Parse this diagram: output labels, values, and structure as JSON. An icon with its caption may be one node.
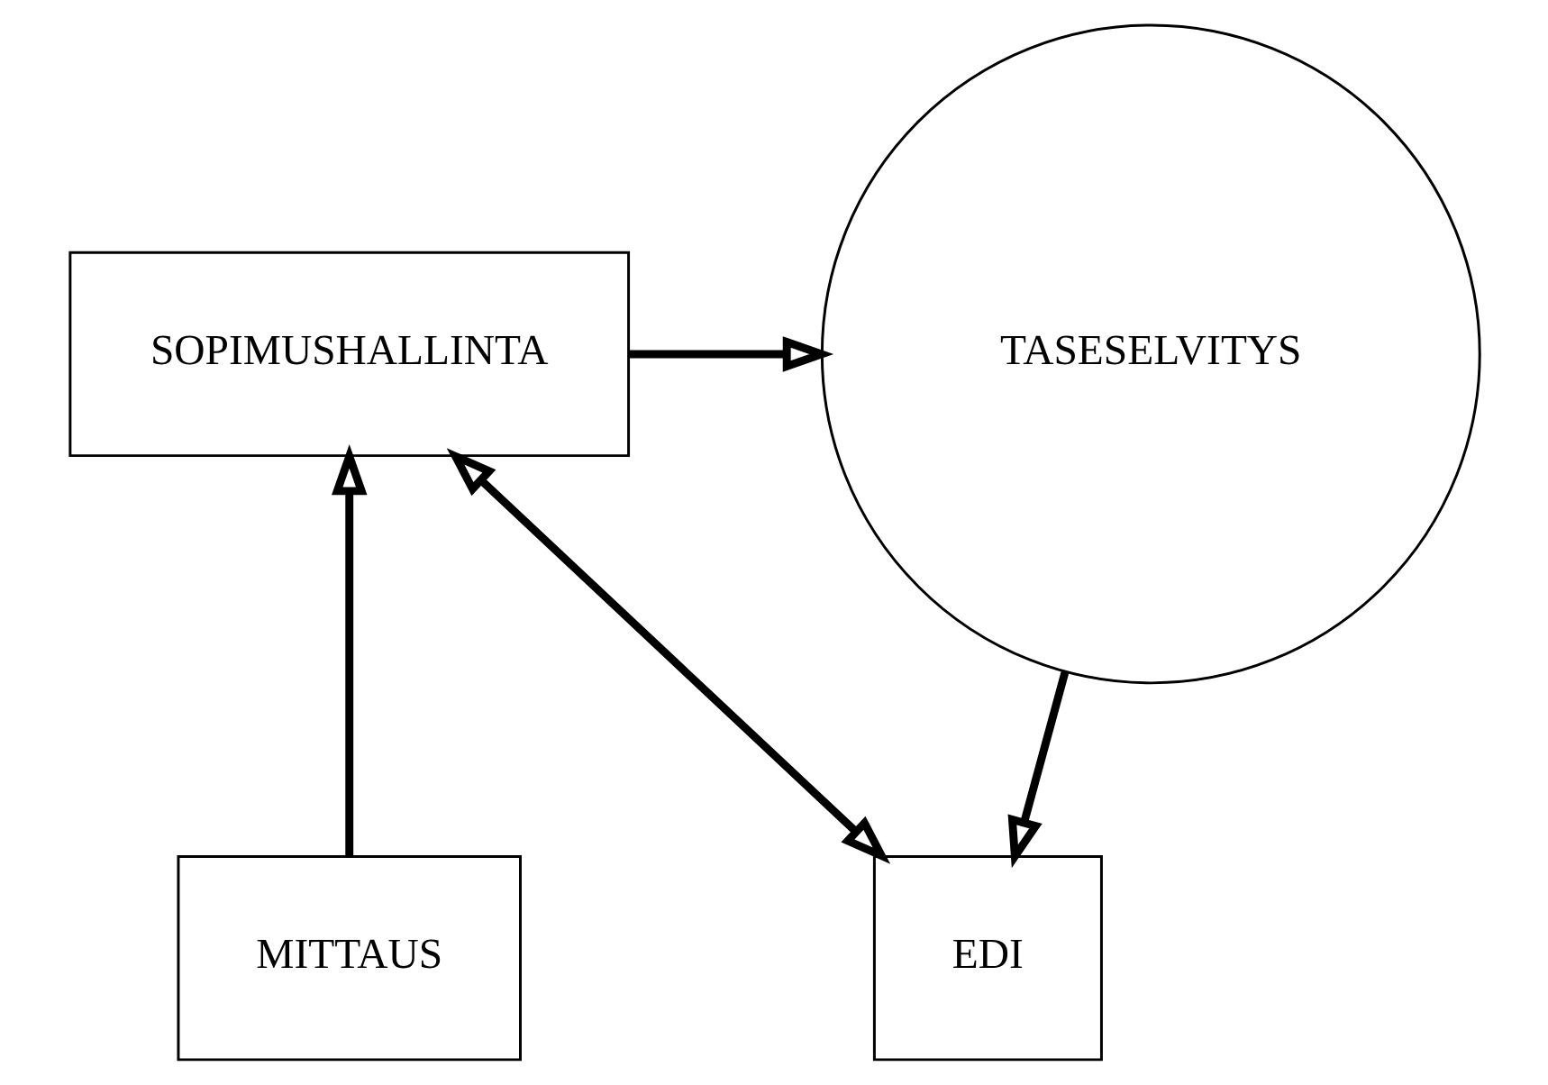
{
  "diagram": {
    "nodes": [
      {
        "text": [
          "SOPIMUSHALLINTA"
        ]
      },
      {
        "text": [
          "TASESELVITYS"
        ]
      },
      {
        "text": [
          "MITTAUS"
        ]
      },
      {
        "text": [
          "EDI"
        ]
      }
    ],
    "edges": [
      {
        "from": 0,
        "to": 1,
        "arrow": "to"
      },
      {
        "from": 2,
        "to": 0,
        "arrow": "to"
      },
      {
        "from": 0,
        "to": 3,
        "arrow": "both"
      },
      {
        "from": 1,
        "to": 3,
        "arrow": "to"
      }
    ]
  }
}
